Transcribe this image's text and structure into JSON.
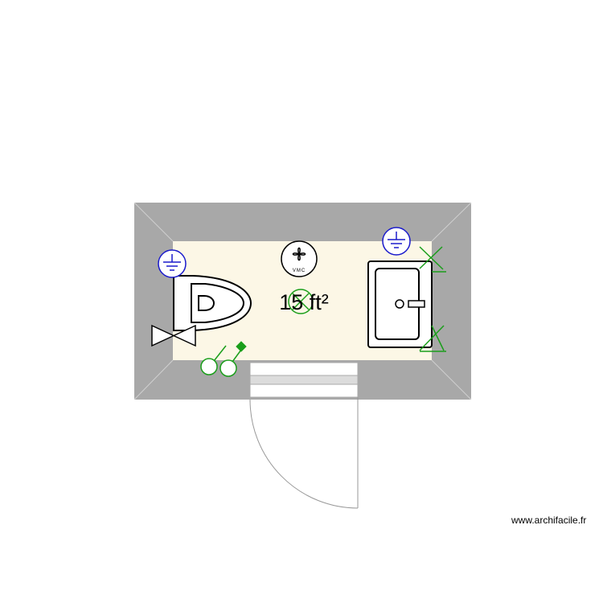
{
  "plan": {
    "room_area_label": "15 ft²",
    "fan_label": "VMC",
    "colors": {
      "wall": "#a8a8a8",
      "floor": "#fcf7e6",
      "electrical_green": "#1a9e1a",
      "ground_blue": "#1a1acc"
    },
    "icons": [
      "ground-outlet-icon",
      "ventilation-fan-icon",
      "toilet-icon",
      "valve-icon",
      "sink-icon",
      "light-point-icon",
      "switch-icon",
      "outlet-icon",
      "door-icon"
    ]
  },
  "watermark": "www.archifacile.fr"
}
